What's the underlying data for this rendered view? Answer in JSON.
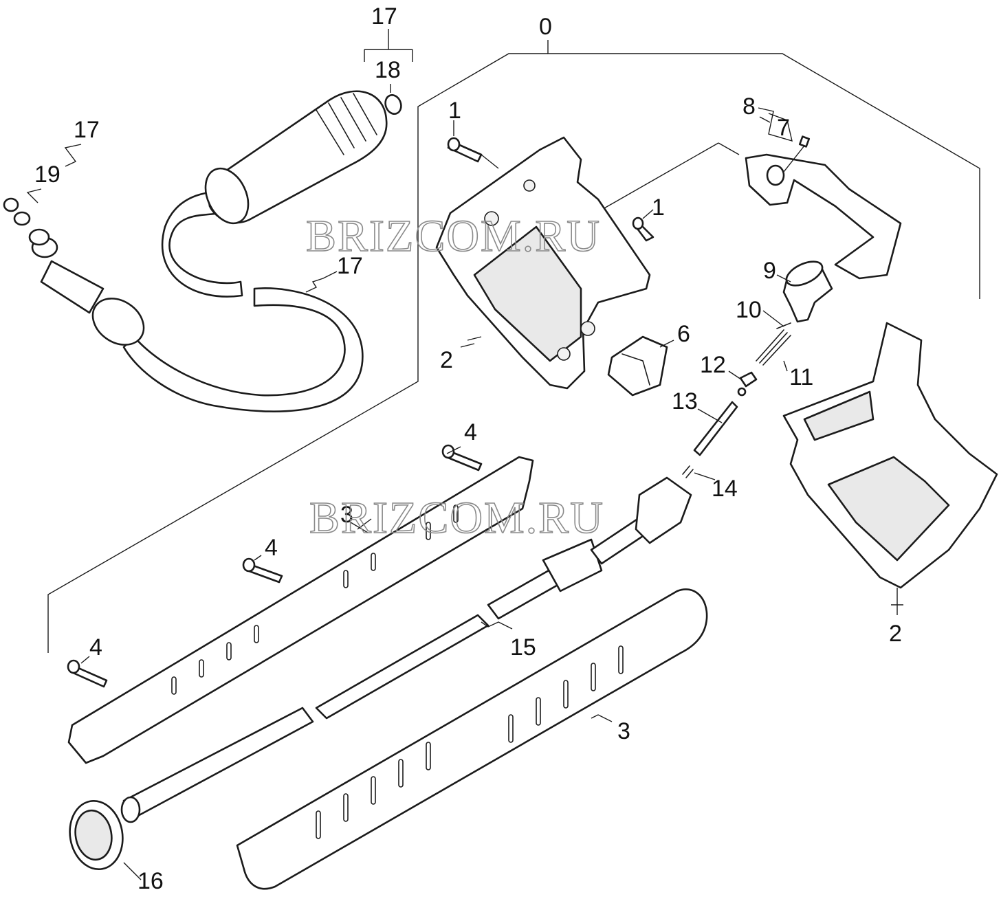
{
  "watermark": "BRIZCOM.RU",
  "callouts": {
    "assembly_0": "0",
    "screw_1_top": "1",
    "screw_1_mid": "1",
    "housing_2_left": "2",
    "housing_2_right": "2",
    "cover_3_top": "3",
    "cover_3_bottom": "3",
    "screw_4_top": "4",
    "screw_4_mid": "4",
    "screw_4_left": "4",
    "holder_6": "6",
    "pin_7": "7",
    "trigger_8": "8",
    "valve_9": "9",
    "ring_10": "10",
    "spring_11": "11",
    "ball_12": "12",
    "rod_13": "13",
    "oring_14": "14",
    "pipe_15": "15",
    "nut_16": "16",
    "hose_17_top": "17",
    "hose_17_left": "17",
    "hose_17_mid": "17",
    "oring_18": "18",
    "oring_19": "19"
  }
}
